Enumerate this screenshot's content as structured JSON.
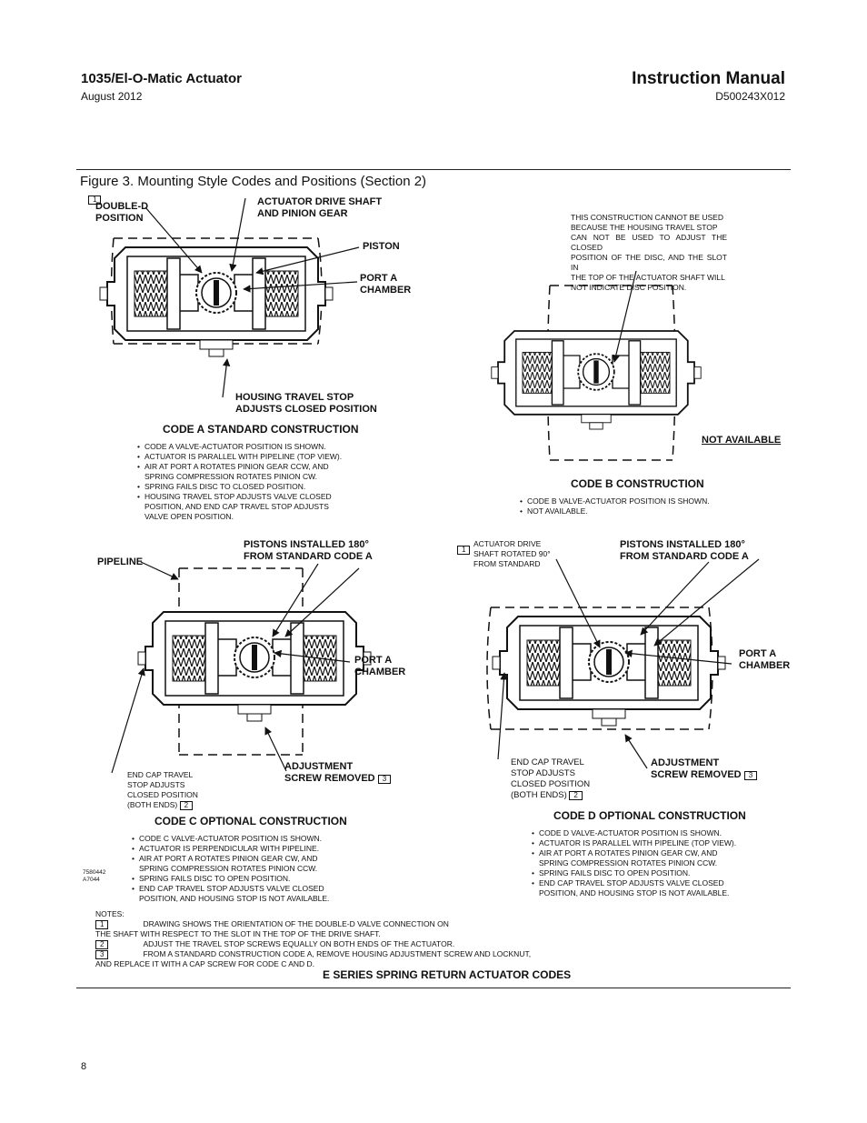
{
  "header": {
    "product": "1035/El-O-Matic Actuator",
    "date": "August 2012",
    "manual_title": "Instruction Manual",
    "doc_number": "D500243X012"
  },
  "figure": {
    "title": "Figure 3. Mounting Style Codes and Positions (Section 2)",
    "code_a": {
      "marker": "1",
      "labels": {
        "double_d": "DOUBLE-D\nPOSITION",
        "shaft": "ACTUATOR    DRIVE    SHAFT\nAND PINION GEAR",
        "piston": "PISTON",
        "port_a": "PORT A\nCHAMBER",
        "housing_stop": "HOUSING TRAVEL STOP\n  ADJUSTS CLOSED POSITION"
      },
      "caption": "CODE A STANDARD CONSTRUCTION",
      "bullets": [
        "CODE A VALVE-ACTUATOR POSITION IS SHOWN.",
        "ACTUATOR IS PARALLEL WITH PIPELINE (TOP VIEW).",
        "AIR AT PORT A ROTATES PINION GEAR CCW, AND\nSPRING COMPRESSION ROTATES PINION CW.",
        "SPRING FAILS DISC TO CLOSED POSITION.",
        " HOUSING TRAVEL STOP ADJUSTS VALVE CLOSED\nPOSITION, AND END CAP TRAVEL STOP ADJUSTS\nVALVE OPEN POSITION."
      ]
    },
    "code_b": {
      "note": "THIS CONSTRUCTION CANNOT BE USED\nBECAUSE THE HOUSING TRAVEL STOP\nCAN NOT BE USED TO ADJUST THE CLOSED\nPOSITION OF THE DISC, AND THE SLOT IN\nTHE TOP OF THE ACTUATOR SHAFT WILL\nNOT INDICATE DISC POSITION.",
      "not_available": "NOT AVAILABLE",
      "caption": "CODE B CONSTRUCTION",
      "bullets": [
        "CODE B VALVE-ACTUATOR POSITION IS SHOWN.",
        "NOT AVAILABLE."
      ]
    },
    "code_c": {
      "labels": {
        "pistons": "PISTONS    INSTALLED    180°\nFROM STANDARD CODE A",
        "pipeline": "PIPELINE",
        "port_a": "PORT A\nCHAMBER",
        "end_cap": "END CAP TRAVEL\nSTOP ADJUSTS\nCLOSED POSITION\n(BOTH ENDS)",
        "end_cap_marker": "2",
        "adjustment": "ADJUSTMENT\nSCREW REMOVED",
        "adjustment_marker": "3"
      },
      "caption": "CODE C OPTIONAL CONSTRUCTION",
      "bullets": [
        "CODE C VALVE-ACTUATOR POSITION IS SHOWN.",
        "ACTUATOR IS PERPENDICULAR WITH PIPELINE.",
        "AIR AT PORT A ROTATES PINION GEAR CW, AND\nSPRING COMPRESSION ROTATES PINION CCW.",
        "SPRING FAILS DISC TO OPEN POSITION.",
        "END CAP TRAVEL STOP ADJUSTS VALVE CLOSED\nPOSITION, AND HOUSING STOP IS NOT AVAILABLE."
      ]
    },
    "code_d": {
      "labels": {
        "marker": "1",
        "shaft": "ACTUATOR          DRIVE\nSHAFT    ROTATED    90°\nFROM STANDARD",
        "pistons": "PISTONS   INSTALLED   180°\nFROM STANDARD CODE A",
        "port_a": "PORT A\nCHAMBER",
        "end_cap": "END CAP TRAVEL\nSTOP ADJUSTS\nCLOSED POSITION\n(BOTH ENDS)",
        "end_cap_marker": "2",
        "adjustment": "ADJUSTMENT\nSCREW REMOVED",
        "adjustment_marker": "3"
      },
      "caption": "CODE D OPTIONAL CONSTRUCTION",
      "bullets": [
        "CODE D VALVE-ACTUATOR POSITION IS SHOWN.",
        "ACTUATOR IS PARALLEL WITH PIPELINE (TOP VIEW).",
        "AIR AT PORT A ROTATES PINION GEAR CW, AND\nSPRING COMPRESSION ROTATES PINION CCW.",
        "SPRING FAILS DISC TO OPEN POSITION.",
        "END CAP TRAVEL STOP ADJUSTS VALVE CLOSED\nPOSITION, AND HOUSING STOP IS NOT AVAILABLE."
      ]
    },
    "drawing_id": "7580442\nA7044",
    "notes": {
      "heading": "NOTES:",
      "items": [
        {
          "marker": "1",
          "text": "DRAWING SHOWS THE ORIENTATION OF THE DOUBLE-D VALVE CONNECTION ON\nTHE SHAFT WITH RESPECT TO THE SLOT IN THE TOP OF THE DRIVE SHAFT."
        },
        {
          "marker": "2",
          "text": "ADJUST THE TRAVEL STOP SCREWS EQUALLY ON BOTH ENDS OF THE ACTUATOR."
        },
        {
          "marker": "3",
          "text": "FROM A STANDARD CONSTRUCTION CODE A, REMOVE HOUSING ADJUSTMENT SCREW AND LOCKNUT,\nAND REPLACE IT WITH A CAP SCREW FOR CODE C AND D."
        }
      ]
    },
    "footer_caption": "E SERIES SPRING RETURN ACTUATOR CODES"
  },
  "page_number": "8"
}
